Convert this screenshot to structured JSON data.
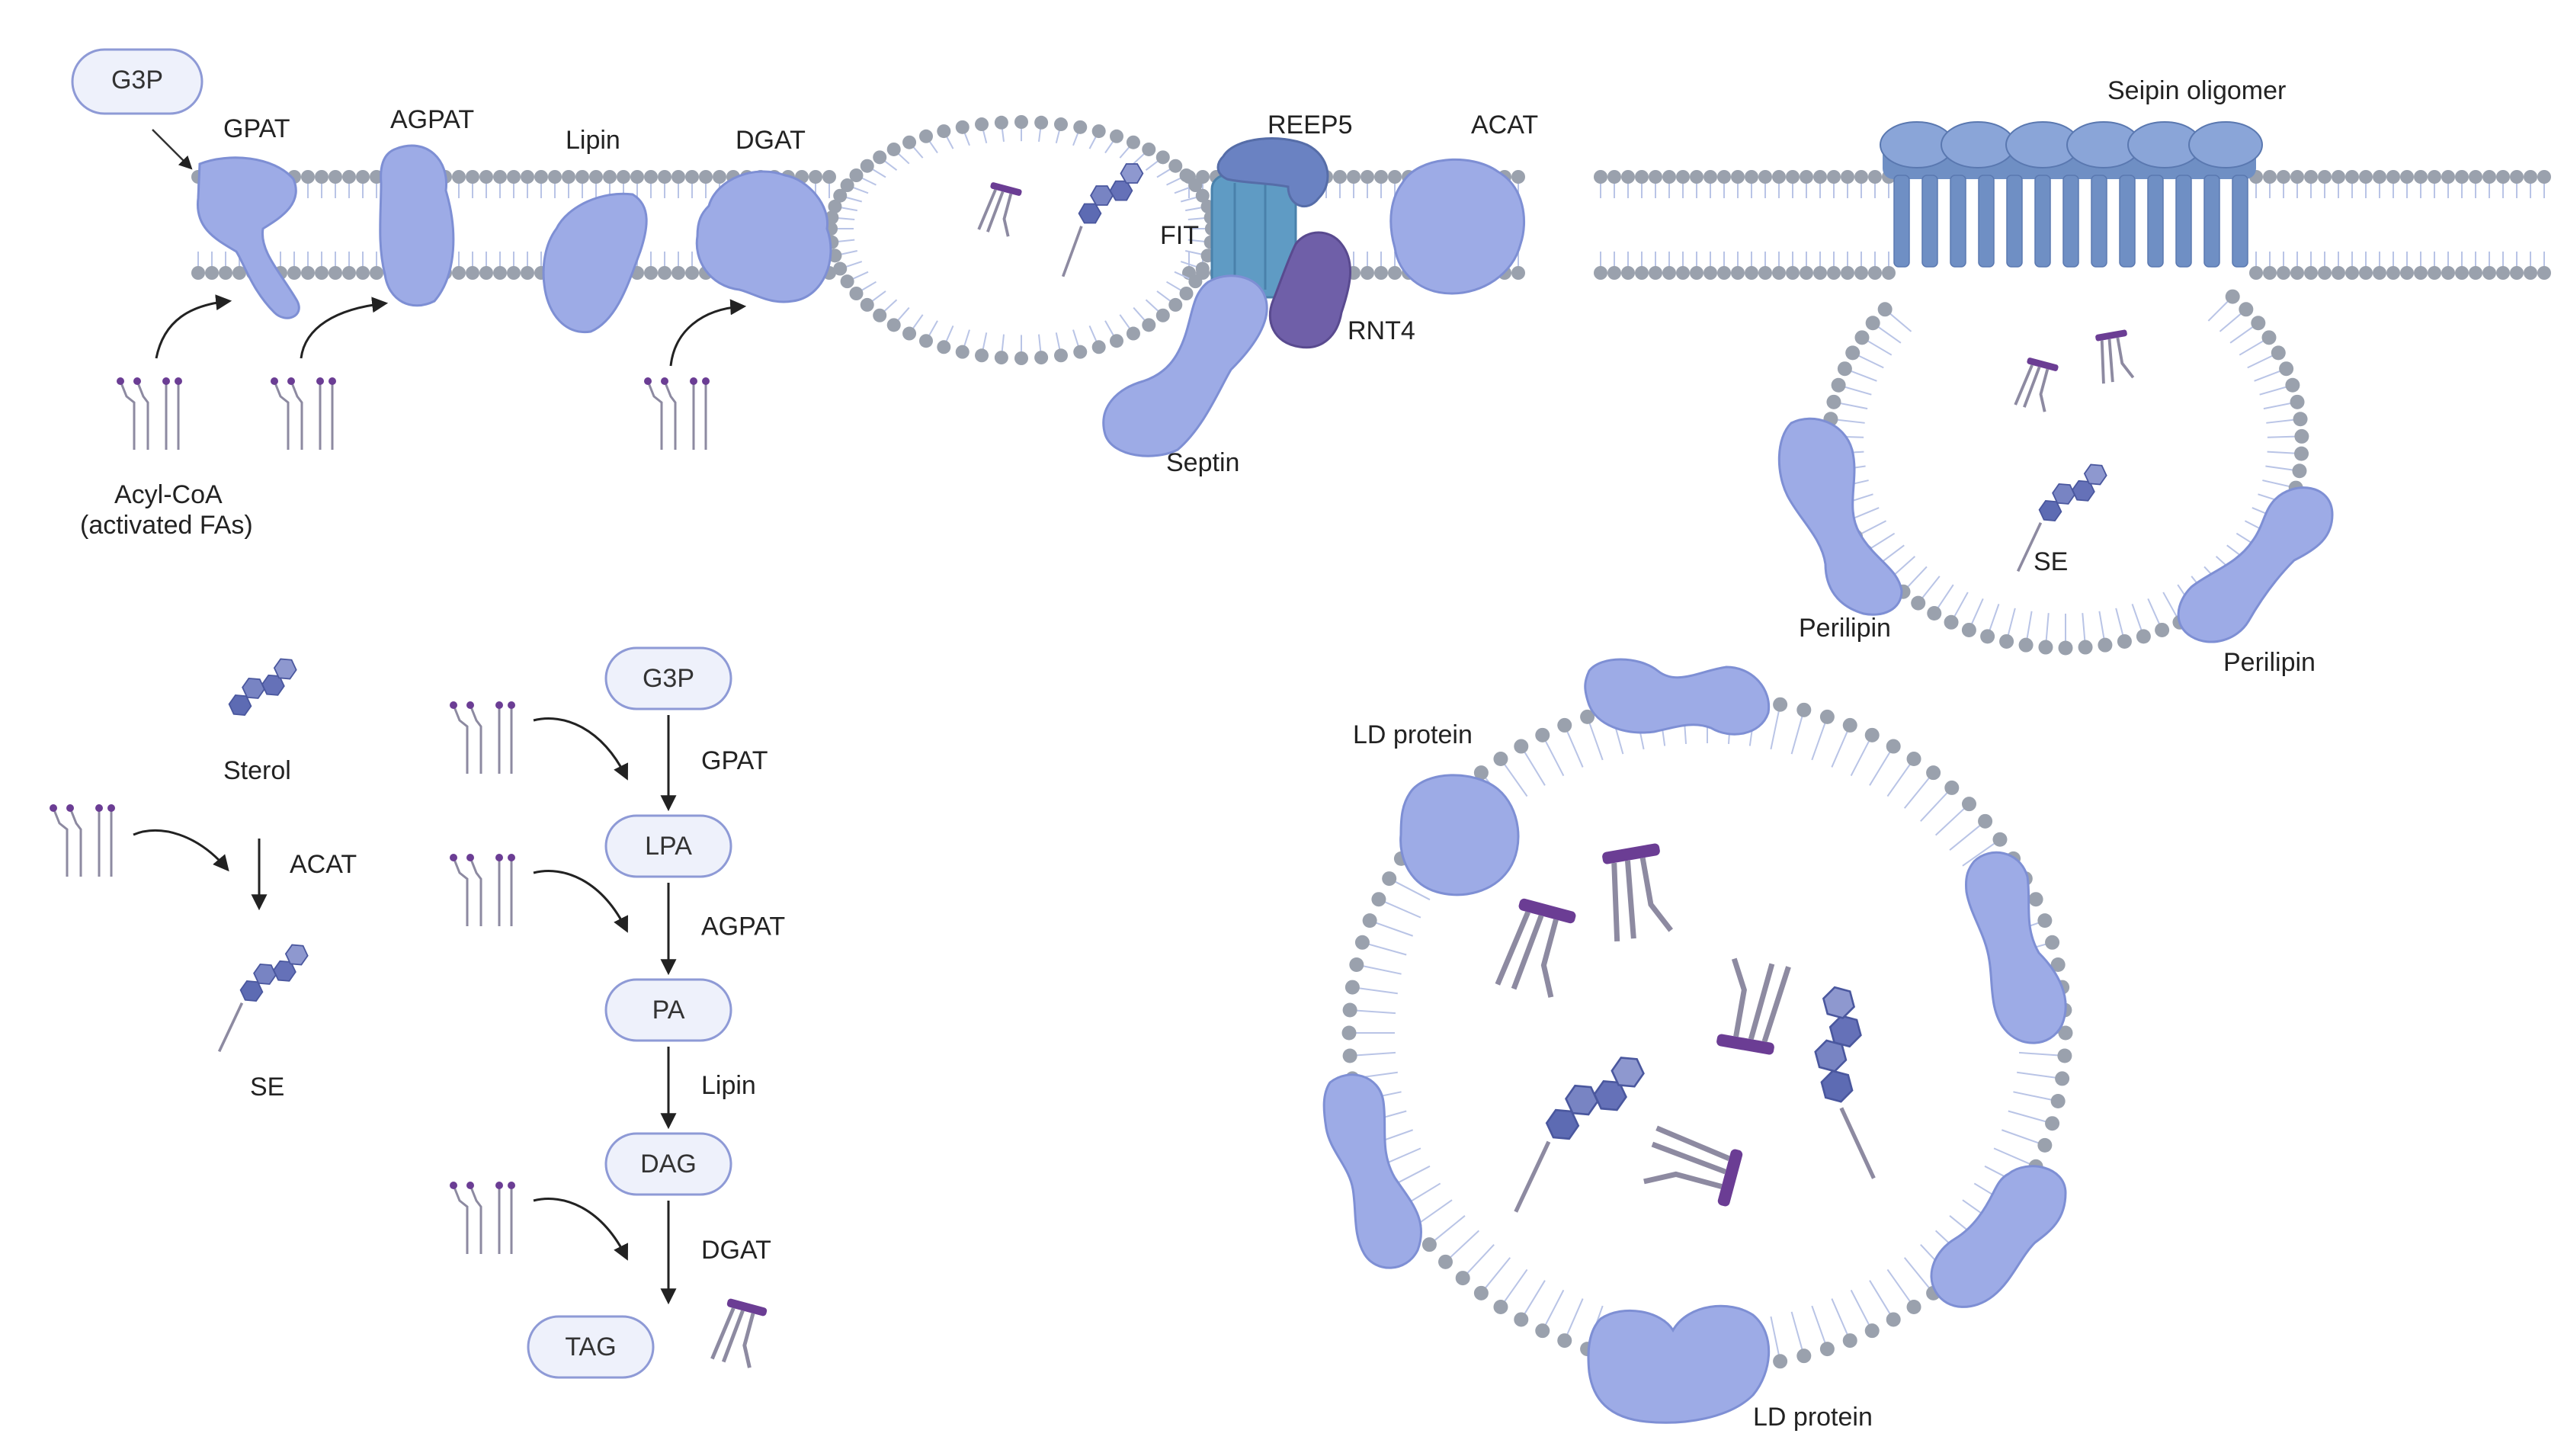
{
  "colors": {
    "protein": "#9dabe6",
    "protein_stroke": "#7e8fd4",
    "protein_dark": "#6f5fa8",
    "head": "#9aa1ad",
    "tail": "#b9c4e6",
    "lipid_head": "#6b3d94",
    "lipid_tail": "#8d8aa1",
    "pill_fill": "#eef1fb",
    "pill_stroke": "#8e9ad6",
    "seipin": "#6f8fc4",
    "seipin_dark": "#5a78b0",
    "fit": "#5f9bc4",
    "sterol": "#6f79b8",
    "text": "#222222"
  },
  "labels": {
    "g3p_top": "G3P",
    "gpat": "GPAT",
    "agpat": "AGPAT",
    "lipin": "Lipin",
    "dgat": "DGAT",
    "reep5": "REEP5",
    "acat_top": "ACAT",
    "fit": "FIT",
    "rnt4": "RNT4",
    "septin": "Septin",
    "acyl_coa_1": "Acyl-CoA",
    "acyl_coa_2": "(activated FAs)",
    "seipin_oligomer": "Seipin oligomer",
    "se_ld": "SE",
    "perilipin_left": "Perilipin",
    "perilipin_right": "Perilipin",
    "ld_protein_top": "LD protein",
    "ld_protein_bottom": "LD protein",
    "sterol": "Sterol",
    "acat_path": "ACAT",
    "se_path": "SE"
  },
  "pathway": {
    "steps": [
      "G3P",
      "LPA",
      "PA",
      "DAG",
      "TAG"
    ],
    "enzymes": [
      "GPAT",
      "AGPAT",
      "Lipin",
      "DGAT"
    ]
  }
}
